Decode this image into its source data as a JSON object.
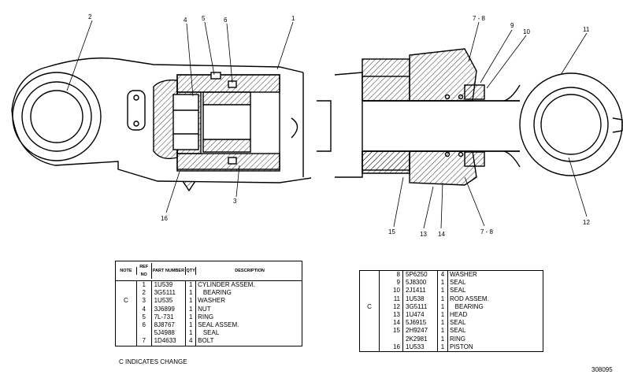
{
  "callouts": {
    "c1": "1",
    "c2": "2",
    "c3": "3",
    "c4": "4",
    "c5": "5",
    "c6": "6",
    "c7_8_top": "7 - 8",
    "c9": "9",
    "c10": "10",
    "c11": "11",
    "c12": "12",
    "c13": "13",
    "c14": "14",
    "c15": "15",
    "c16": "16",
    "c7_8_bottom": "7 - 8"
  },
  "table_left": {
    "headers": {
      "note": "NOTE",
      "ref": "REF NO",
      "part": "PART NUMBER",
      "qty": "QTY",
      "desc": "DESCRIPTION"
    },
    "rows": [
      {
        "note": "",
        "ref": "1",
        "part": "1U539",
        "qty": "1",
        "desc": "CYLINDER ASSEM."
      },
      {
        "note": "",
        "ref": "2",
        "part": "3G5111",
        "qty": "1",
        "desc": "   BEARING"
      },
      {
        "note": "C",
        "ref": "3",
        "part": "1U535",
        "qty": "1",
        "desc": "WASHER"
      },
      {
        "note": "",
        "ref": "4",
        "part": "3J6899",
        "qty": "1",
        "desc": "NUT"
      },
      {
        "note": "",
        "ref": "5",
        "part": "7L-731",
        "qty": "1",
        "desc": "RING"
      },
      {
        "note": "",
        "ref": "6",
        "part": "8J8767",
        "qty": "1",
        "desc": "SEAL ASSEM."
      },
      {
        "note": "",
        "ref": "",
        "part": "5J4988",
        "qty": "1",
        "desc": "   SEAL"
      },
      {
        "note": "",
        "ref": "7",
        "part": "1D4633",
        "qty": "4",
        "desc": "BOLT"
      }
    ]
  },
  "table_right": {
    "rows": [
      {
        "note": "",
        "ref": "8",
        "part": "5P6250",
        "qty": "4",
        "desc": "WASHER"
      },
      {
        "note": "",
        "ref": "9",
        "part": "5J8300",
        "qty": "1",
        "desc": "SEAL"
      },
      {
        "note": "",
        "ref": "10",
        "part": "2J1411",
        "qty": "1",
        "desc": "SEAL"
      },
      {
        "note": "",
        "ref": "11",
        "part": "1U538",
        "qty": "1",
        "desc": "ROD ASSEM."
      },
      {
        "note": "C",
        "ref": "12",
        "part": "3G5111",
        "qty": "1",
        "desc": "   BEARING"
      },
      {
        "note": "",
        "ref": "13",
        "part": "1U474",
        "qty": "1",
        "desc": "HEAD"
      },
      {
        "note": "",
        "ref": "14",
        "part": "5J6915",
        "qty": "1",
        "desc": "SEAL"
      },
      {
        "note": "",
        "ref": "15",
        "part": "2H9247",
        "qty": "1",
        "desc": "SEAL"
      },
      {
        "note": "",
        "ref": "",
        "part": "2K2981",
        "qty": "1",
        "desc": "RING"
      },
      {
        "note": "",
        "ref": "16",
        "part": "1U533",
        "qty": "1",
        "desc": "PISTON"
      }
    ]
  },
  "footnote": "C     INDICATES CHANGE",
  "figure_id": "308095"
}
